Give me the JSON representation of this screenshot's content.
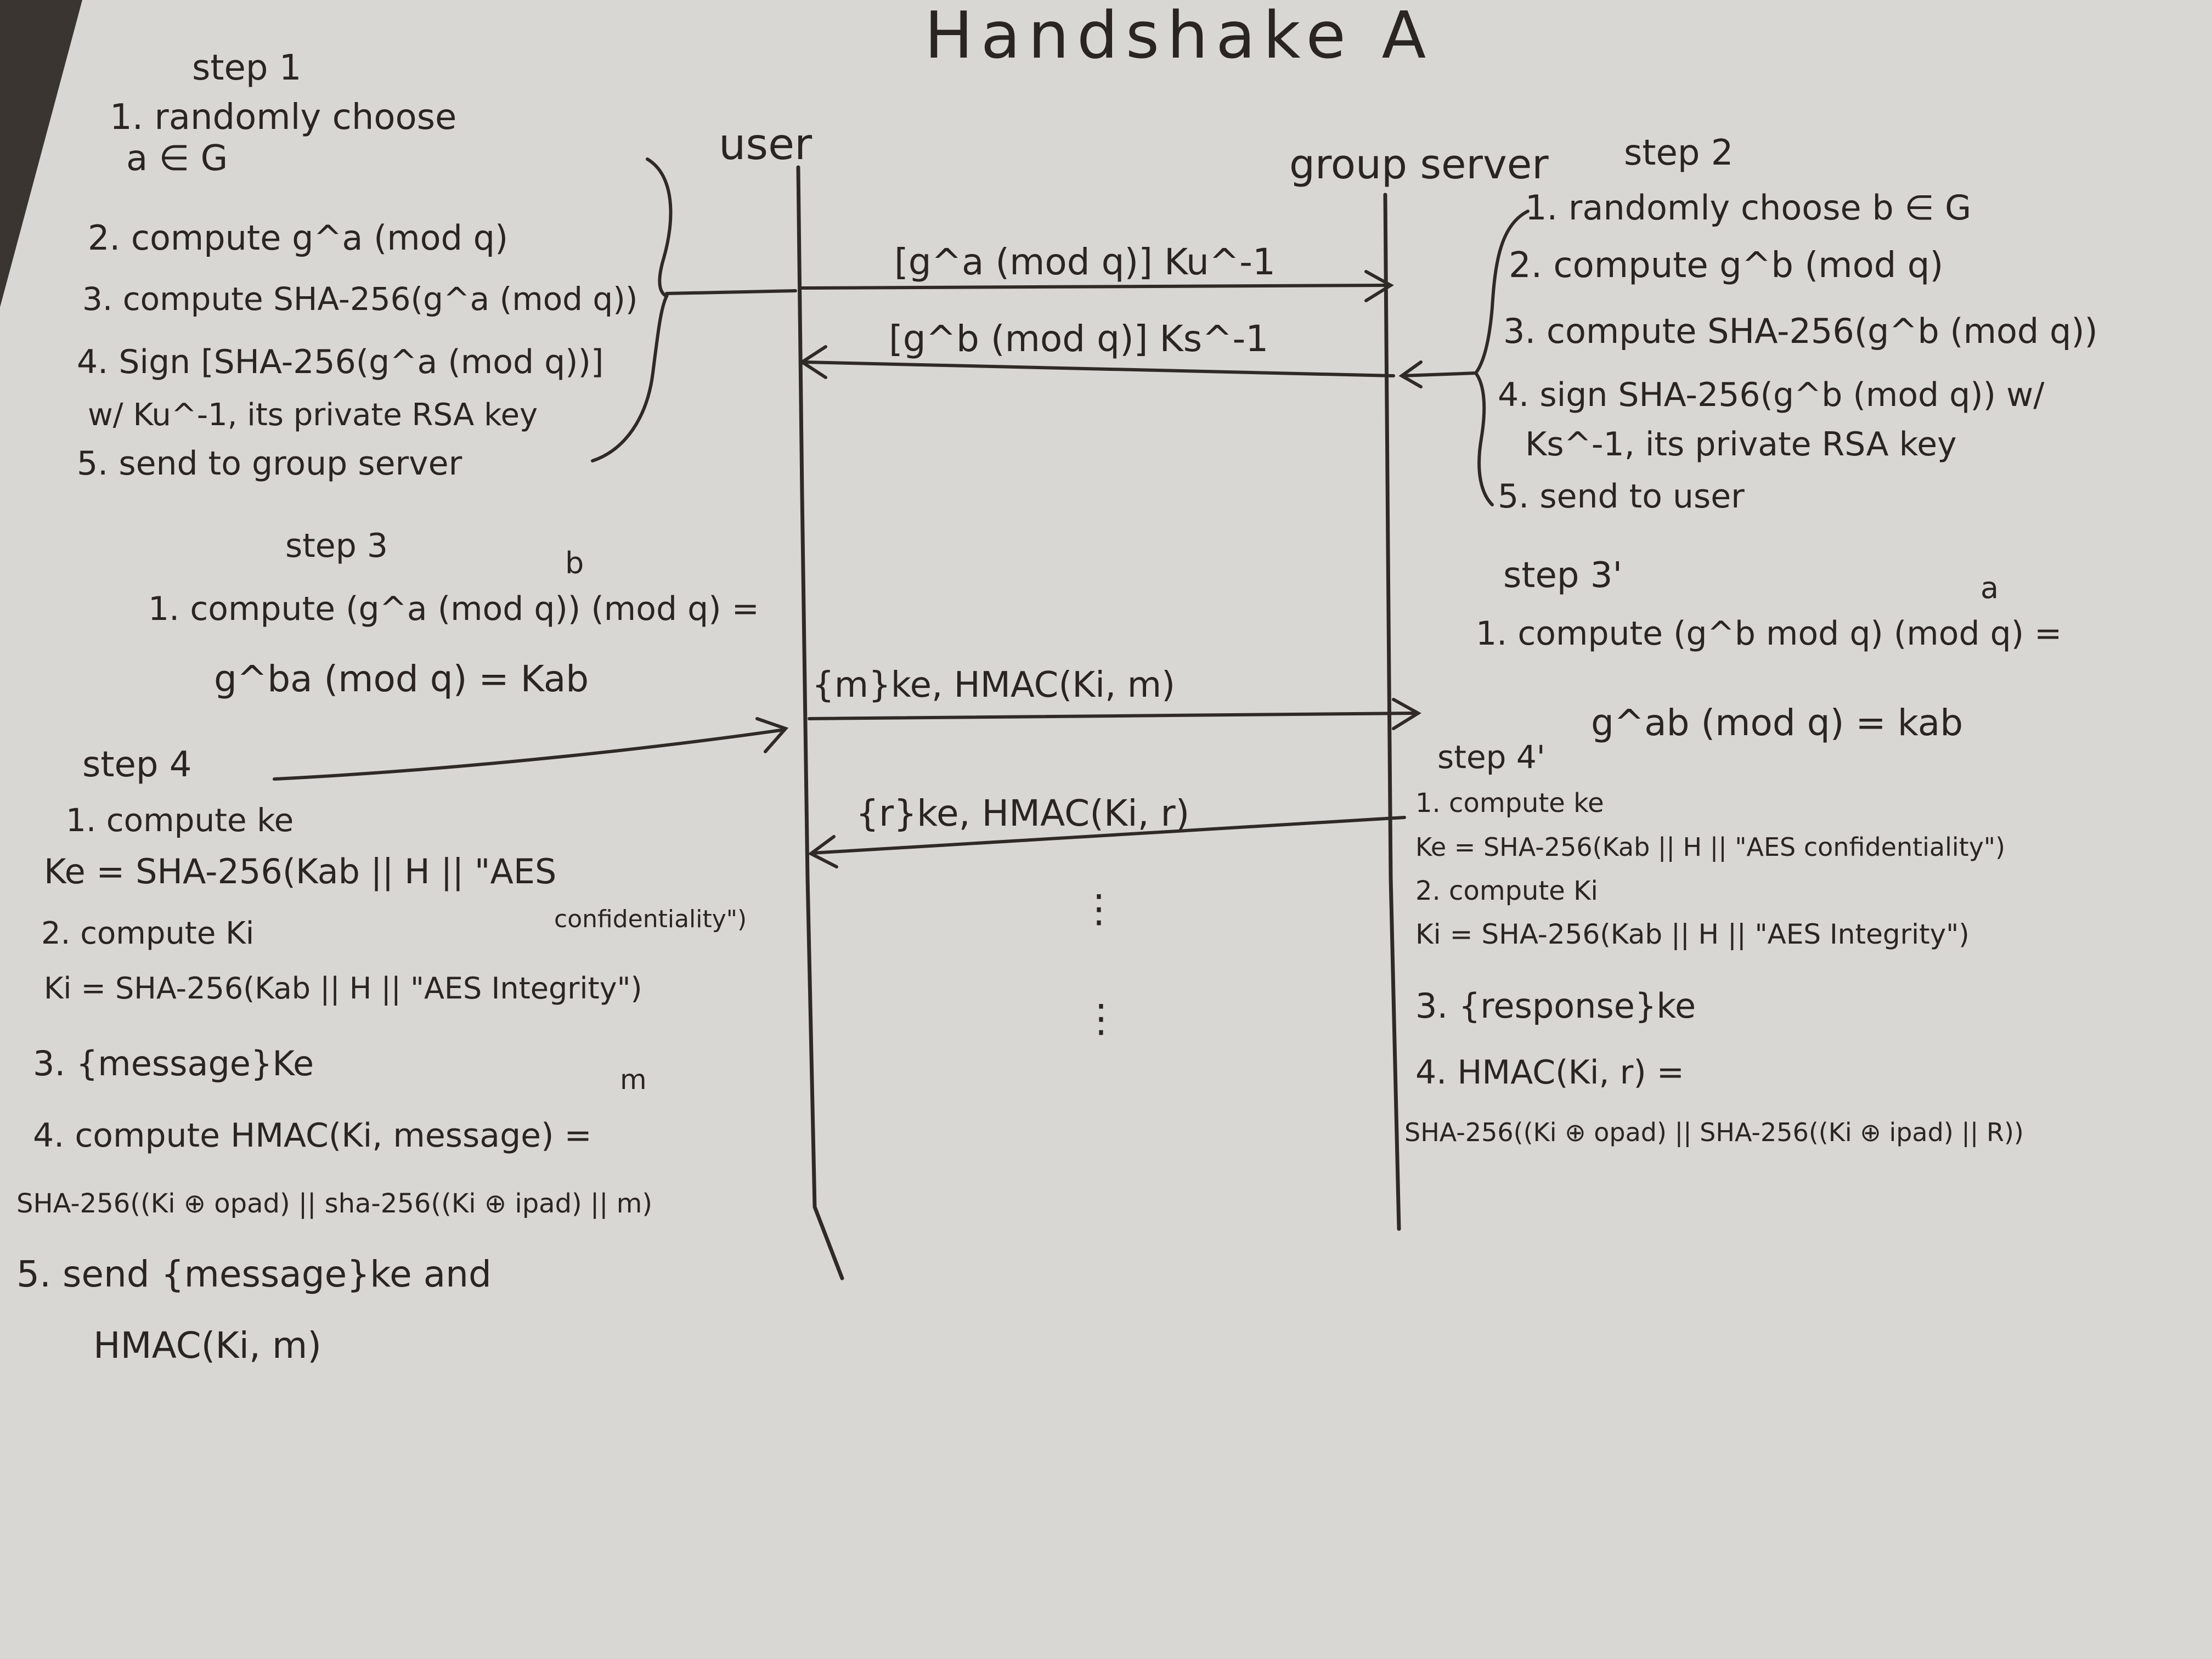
{
  "title": "Handshake A",
  "participants": {
    "user": "user",
    "server": "group server"
  },
  "arrows": {
    "m1": "[g^a (mod q)] Ku^-1",
    "m2": "[g^b (mod q)] Ks^-1",
    "m3": "{m}ke, HMAC(Ki, m)",
    "m4": "{r}ke, HMAC(Ki, r)"
  },
  "step1": {
    "heading": "step 1",
    "lines": [
      "1. randomly choose",
      "a ∈ G",
      "2. compute g^a (mod q)",
      "3. compute SHA-256(g^a (mod q))",
      "4. Sign [SHA-256(g^a (mod q))]",
      "w/ Ku^-1, its private RSA key",
      "5. send to group server"
    ]
  },
  "step2": {
    "heading": "step 2",
    "lines": [
      "1. randomly choose b ∈ G",
      "2. compute g^b (mod q)",
      "3. compute SHA-256(g^b (mod q))",
      "4. sign SHA-256(g^b (mod q)) w/",
      "Ks^-1, its private RSA key",
      "5. send to user"
    ]
  },
  "step3": {
    "heading": "step 3",
    "exponent": "b",
    "lines": [
      "1. compute (g^a (mod q)) (mod q) =",
      "g^ba (mod q) = Kab"
    ]
  },
  "step3prime": {
    "heading": "step 3'",
    "exponent": "a",
    "lines": [
      "1. compute (g^b mod q) (mod q) =",
      "g^ab (mod q) = kab"
    ]
  },
  "step4": {
    "heading": "step 4",
    "lines": [
      "1. compute ke",
      "Ke = SHA-256(Kab || H || \"AES",
      "confidentiality\")",
      "2. compute Ki",
      "Ki = SHA-256(Kab || H || \"AES Integrity\")",
      "3. {message}Ke",
      "4. compute HMAC(Ki, message) =",
      "SHA-256((Ki ⊕ opad) || sha-256((Ki ⊕ ipad) || m)",
      "5. send {message}ke and",
      "HMAC(Ki, m)"
    ],
    "annotation": "m"
  },
  "step4prime": {
    "heading": "step 4'",
    "lines": [
      "1. compute ke",
      "Ke = SHA-256(Kab || H || \"AES confidentiality\")",
      "2. compute Ki",
      "Ki = SHA-256(Kab || H || \"AES Integrity\")",
      "3. {response}ke",
      "4. HMAC(Ki, r) =",
      "SHA-256((Ki ⊕ opad) || SHA-256((Ki ⊕ ipad) || R))"
    ]
  },
  "continuation": "⋮"
}
